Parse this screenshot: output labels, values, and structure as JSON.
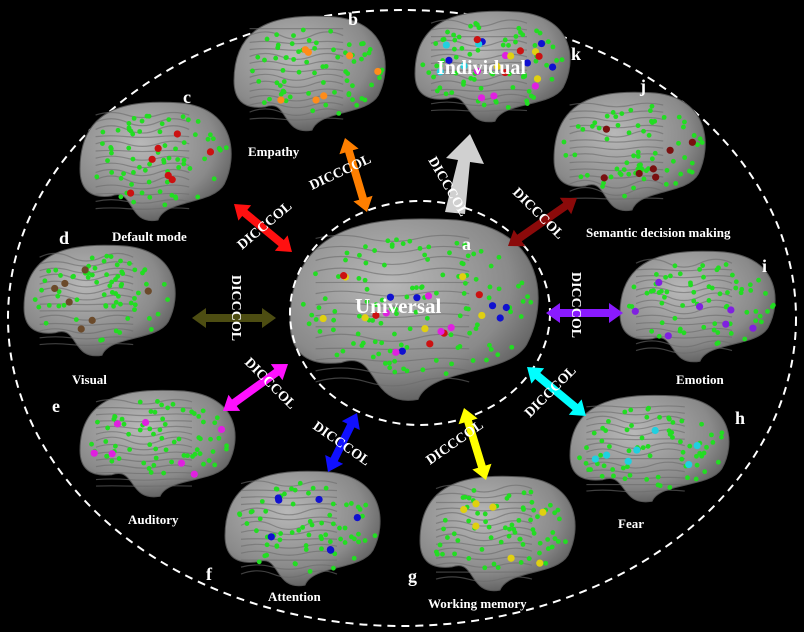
{
  "arrow_label": "DICCCOL",
  "center": {
    "letter": "a",
    "label": "Universal"
  },
  "individual": {
    "letter": "k",
    "label": "Individual"
  },
  "brains": [
    {
      "letter": "b",
      "label": "Empathy",
      "accent": "#ff8c1a"
    },
    {
      "letter": "c",
      "label": "Default mode",
      "accent": "#cc1111"
    },
    {
      "letter": "d",
      "label": "Visual",
      "accent": "#6b4a2a"
    },
    {
      "letter": "e",
      "label": "Auditory",
      "accent": "#e020e0"
    },
    {
      "letter": "f",
      "label": "Attention",
      "accent": "#1010d0"
    },
    {
      "letter": "g",
      "label": "Working memory",
      "accent": "#e0d010"
    },
    {
      "letter": "h",
      "label": "Fear",
      "accent": "#20d0e0"
    },
    {
      "letter": "i",
      "label": "Emotion",
      "accent": "#8020e0"
    },
    {
      "letter": "j",
      "label": "Semantic decision  making",
      "accent": "#7a1010"
    }
  ],
  "colors": {
    "orange": "#ff7f00",
    "red": "#ff1010",
    "olive": "#4d4d12",
    "magenta": "#ff10ff",
    "blue": "#1010ff",
    "yellow": "#ffff00",
    "cyan": "#00ffff",
    "purple": "#8a1aff",
    "darkred": "#8b0a0a",
    "gray": "#d0d0d0"
  }
}
